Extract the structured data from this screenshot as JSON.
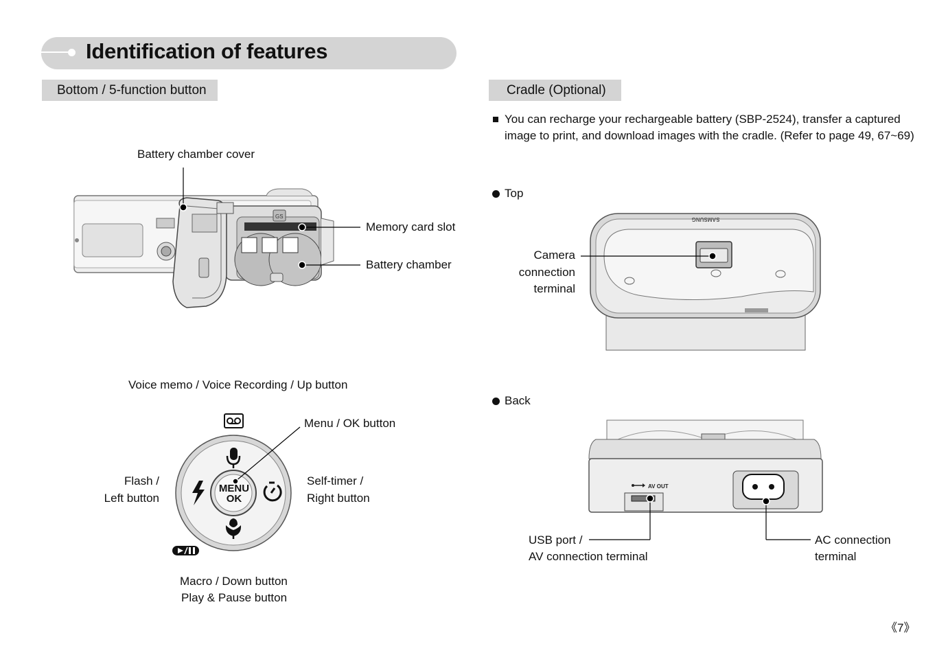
{
  "page": {
    "title": "Identification of features",
    "page_number": "《7》"
  },
  "left": {
    "section_title": "Bottom / 5-function button",
    "labels": {
      "battery_chamber_cover": "Battery chamber cover",
      "memory_card_slot": "Memory card slot",
      "battery_chamber": "Battery chamber",
      "voice_memo": "Voice memo / Voice Recording / Up button",
      "menu_ok": "Menu / OK button",
      "flash_1": "Flash /",
      "flash_2": "Left button",
      "self_timer_1": "Self-timer /",
      "self_timer_2": "Right button",
      "macro_1": "Macro / Down button",
      "macro_2": "Play & Pause button"
    },
    "dial": {
      "center_line1": "MENU",
      "center_line2": "OK"
    }
  },
  "right": {
    "section_title": "Cradle (Optional)",
    "intro_line1": "You can recharge your rechargeable battery (SBP-2524), transfer a captured",
    "intro_line2": "image to print, and download images with the cradle. (Refer to page  49, 67~69)",
    "top": {
      "heading": "Top",
      "brand": "SAMSUNG",
      "camera_terminal_1": "Camera",
      "camera_terminal_2": "connection",
      "camera_terminal_3": "terminal"
    },
    "back": {
      "heading": "Back",
      "av_out": "AV OUT",
      "usb_1": "USB port /",
      "usb_2": "AV connection terminal",
      "ac_1": "AC connection",
      "ac_2": "terminal"
    }
  },
  "colors": {
    "section_bg": "#d4d4d4",
    "text": "#111111"
  },
  "icons": [
    "voice-memo-icon",
    "microphone-icon",
    "flash-icon",
    "self-timer-icon",
    "macro-icon",
    "play-pause-icon",
    "usb-icon"
  ]
}
